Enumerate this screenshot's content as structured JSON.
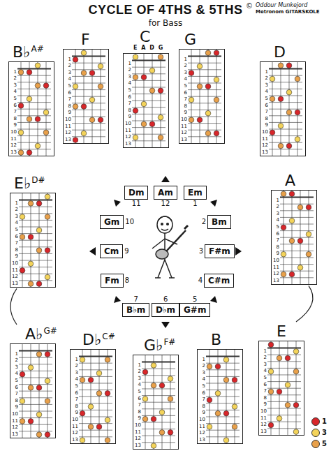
{
  "diagram": {
    "title": "CYCLE OF 4THS & 5THS",
    "nodes": [
      {
        "text": [
          "B♭",
          "A#"
        ]
      },
      {
        "text": [
          "F"
        ]
      },
      {
        "text": [
          "C",
          "E A D G"
        ]
      },
      {
        "text": [
          "G"
        ]
      },
      {
        "text": [
          "D"
        ]
      },
      {
        "text": [
          "E♭",
          "D#"
        ]
      },
      {
        "text": [
          "A"
        ]
      },
      {
        "text": [
          "A♭",
          "G#"
        ]
      },
      {
        "text": [
          "D♭",
          "C#"
        ]
      },
      {
        "text": [
          "G♭",
          "F#"
        ]
      },
      {
        "text": [
          "B"
        ]
      },
      {
        "text": [
          "E"
        ]
      },
      {
        "text": [
          "Dm",
          "11"
        ]
      },
      {
        "text": [
          "Am",
          "12"
        ]
      },
      {
        "text": [
          "Em",
          "1"
        ]
      },
      {
        "text": [
          "Gm",
          "10"
        ]
      },
      {
        "text": [
          "Bm",
          "2"
        ]
      },
      {
        "text": [
          "Cm",
          "9"
        ]
      },
      {
        "text": [
          "F#m",
          "3"
        ]
      },
      {
        "text": [
          "Fm",
          "8"
        ]
      },
      {
        "text": [
          "C#m",
          "4"
        ]
      },
      {
        "text": [
          "B♭m",
          "7"
        ]
      },
      {
        "text": [
          "D♭m",
          "6"
        ]
      },
      {
        "text": [
          "G#m",
          "5"
        ]
      }
    ],
    "edges": [
      {
        "from": 5,
        "to": 7,
        "arrow": "none"
      },
      {
        "from": 6,
        "to": 11,
        "arrow": "none"
      }
    ],
    "labels": [
      "©",
      "Oddour Munkejord",
      "Metronom GITARSKOLE",
      "for Bass",
      "1",
      "2",
      "3",
      "4",
      "5",
      "6",
      "7",
      "8",
      "9",
      "10",
      "11",
      "12",
      "13",
      "1",
      "2",
      "3",
      "4",
      "5",
      "6",
      "7",
      "8",
      "9",
      "10",
      "11",
      "12",
      "13",
      "1",
      "2",
      "3",
      "4",
      "5",
      "6",
      "7",
      "8",
      "9",
      "10",
      "11",
      "12",
      "13",
      "1",
      "2",
      "3",
      "4",
      "5",
      "6",
      "7",
      "8",
      "9",
      "10",
      "11",
      "12",
      "13",
      "1",
      "2",
      "3",
      "4",
      "5",
      "6",
      "7",
      "8",
      "9",
      "10",
      "11",
      "12",
      "13",
      "1",
      "2",
      "3",
      "4",
      "5",
      "6",
      "7",
      "8",
      "9",
      "10",
      "11",
      "12",
      "13",
      "1",
      "2",
      "3",
      "4",
      "5",
      "6",
      "7",
      "8",
      "9",
      "10",
      "11",
      "12",
      "13",
      "1",
      "2",
      "3",
      "4",
      "5",
      "6",
      "7",
      "8",
      "9",
      "10",
      "11",
      "12",
      "13",
      "1",
      "2",
      "3",
      "4",
      "5",
      "6",
      "7",
      "8",
      "9",
      "10",
      "11",
      "12",
      "13",
      "1",
      "2",
      "3",
      "4",
      "5",
      "6",
      "7",
      "8",
      "9",
      "10",
      "11",
      "12",
      "13",
      "1",
      "2",
      "3",
      "4",
      "5",
      "6",
      "7",
      "8",
      "9",
      "10",
      "11",
      "12",
      "13",
      "1",
      "2",
      "3",
      "4",
      "5",
      "6",
      "7",
      "8",
      "9",
      "10",
      "11",
      "12",
      "13"
    ],
    "legend": [
      {
        "text": "1",
        "color": "#d8262a"
      },
      {
        "text": "3",
        "color": "#f3d35a"
      },
      {
        "text": "5",
        "color": "#e8a04a"
      }
    ]
  }
}
